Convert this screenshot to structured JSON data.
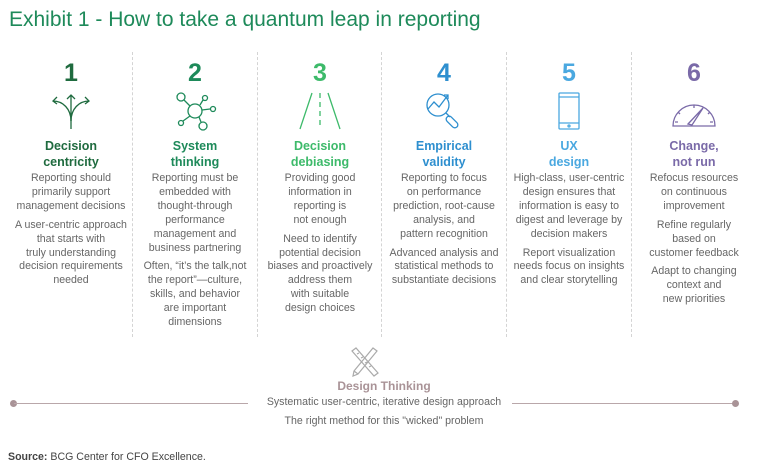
{
  "title": "Exhibit 1 - How to take a quantum leap in reporting",
  "columns": [
    {
      "number": "1",
      "color": "#1f6b3f",
      "heading": [
        "Decision",
        "centricity"
      ],
      "icon": "split-arrows-icon",
      "paragraphs": [
        [
          "Reporting should",
          "primarily support",
          "management decisions"
        ],
        [
          "A user-centric approach",
          "that starts with",
          "truly understanding",
          "decision requirements",
          "needed"
        ]
      ]
    },
    {
      "number": "2",
      "color": "#1e8a5a",
      "heading": [
        "System",
        "thinking"
      ],
      "icon": "network-icon",
      "paragraphs": [
        [
          "Reporting must be",
          "embedded with",
          "thought-through",
          "performance",
          "management and",
          "business partnering"
        ],
        [
          "Often, “it’s the talk,not",
          "the report”—culture,",
          "skills, and behavior",
          "are important",
          "dimensions"
        ]
      ]
    },
    {
      "number": "3",
      "color": "#3dba6a",
      "heading": [
        "Decision",
        "debiasing"
      ],
      "icon": "road-icon",
      "paragraphs": [
        [
          "Providing good",
          "information in",
          "reporting is",
          "not enough"
        ],
        [
          "Need to identify",
          "potential decision",
          "biases and proactively",
          "address them",
          "with suitable",
          "design choices"
        ]
      ]
    },
    {
      "number": "4",
      "color": "#2e8fcf",
      "heading": [
        "Empirical",
        "validity"
      ],
      "icon": "magnifier-chart-icon",
      "paragraphs": [
        [
          "Reporting to focus",
          "on performance",
          "prediction, root-cause",
          "analysis, and",
          "pattern recognition"
        ],
        [
          "Advanced analysis and",
          "statistical methods to",
          "substantiate decisions"
        ]
      ]
    },
    {
      "number": "5",
      "color": "#4aa8e0",
      "heading": [
        "UX",
        "design"
      ],
      "icon": "phone-icon",
      "paragraphs": [
        [
          "High-class, user-centric",
          "design ensures that",
          "information is easy to",
          "digest and leverage by",
          "decision makers"
        ],
        [
          "Report visualization",
          "needs focus on insights",
          "and clear storytelling"
        ]
      ]
    },
    {
      "number": "6",
      "color": "#7a6aa8",
      "heading": [
        "Change,",
        "not run"
      ],
      "icon": "gauge-icon",
      "paragraphs": [
        [
          "Refocus resources",
          "on continuous",
          "improvement"
        ],
        [
          "Refine regularly",
          "based on",
          "customer feedback"
        ],
        [
          "Adapt to changing",
          "context and",
          "new priorities"
        ]
      ]
    }
  ],
  "design_thinking": {
    "title": "Design Thinking",
    "line1": "Systematic user-centric, iterative design approach",
    "line2": "The right method for this \"wicked\" problem"
  },
  "source": {
    "label": "Source:",
    "text": " BCG Center for CFO Excellence."
  }
}
